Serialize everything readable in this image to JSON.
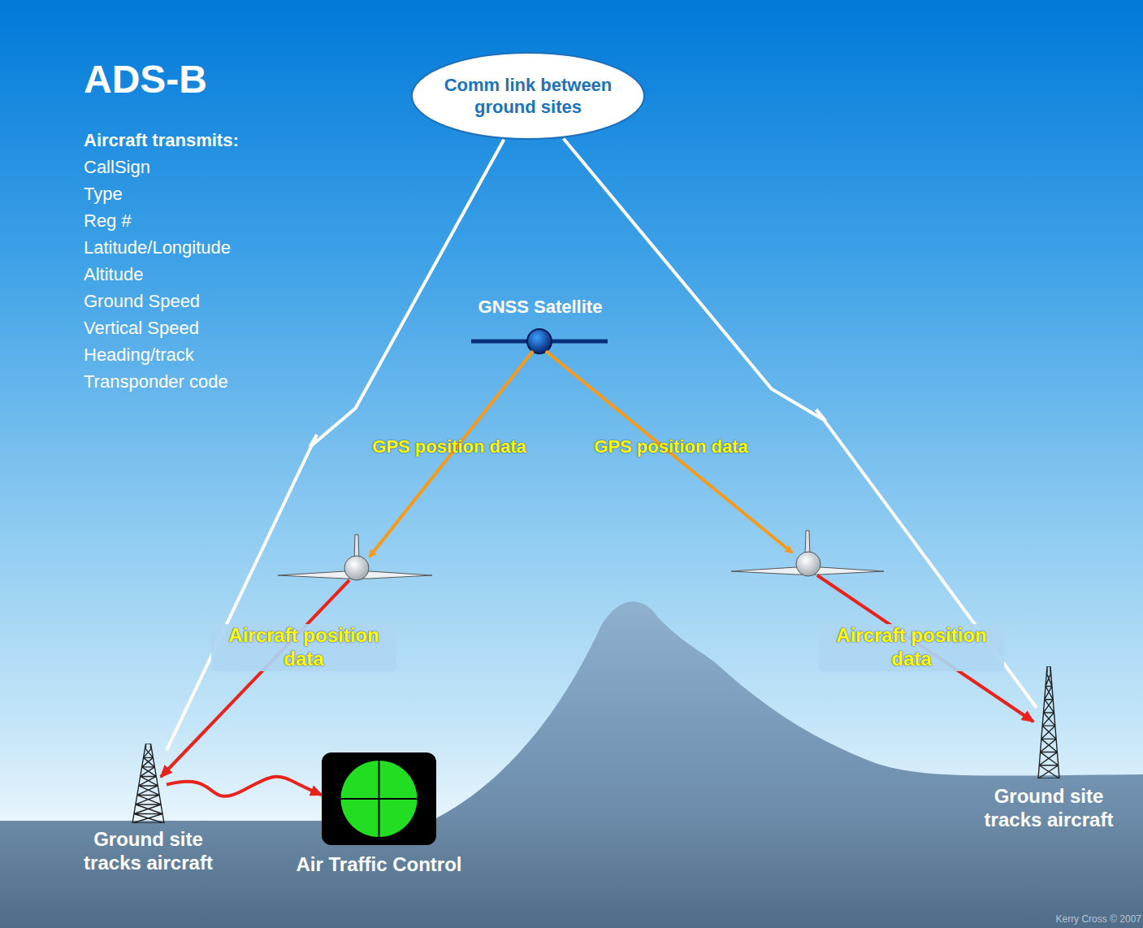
{
  "diagram": {
    "title": "ADS-B",
    "nodes": [
      {
        "text": [
          "Comm link between ground sites"
        ]
      },
      {
        "text": [
          "GNSS Satellite"
        ]
      },
      {
        "text": [
          "Ground site tracks aircraft"
        ]
      },
      {
        "text": [
          "Air Traffic Control"
        ]
      },
      {
        "text": [
          "Ground site tracks aircraft"
        ]
      }
    ],
    "edges": [
      {
        "from": 0,
        "to": 2,
        "arrow": "none"
      },
      {
        "from": 0,
        "to": 4,
        "arrow": "none"
      },
      {
        "from": 2,
        "to": 3,
        "arrow": "to"
      }
    ],
    "labels": [
      "Aircraft transmits:",
      "CallSign",
      "Type",
      "Reg #",
      "Latitude/Longitude",
      "Altitude",
      "Ground Speed",
      "Vertical Speed",
      "Heading/track",
      "Transponder code",
      "GPS position data",
      "GPS position data",
      "Aircraft position data",
      "Aircraft position data",
      "Kerry Cross © 2007"
    ]
  }
}
